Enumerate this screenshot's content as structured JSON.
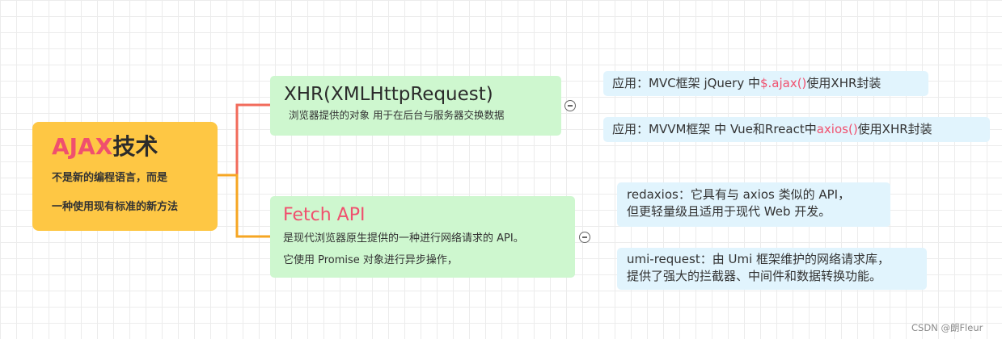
{
  "root": {
    "title_accent": "AJAX",
    "title_rest": "技术",
    "desc_line1": "不是新的编程语言，而是",
    "desc_line2": "一种使用现有标准的新方法"
  },
  "branches": {
    "xhr": {
      "title": "XHR(XMLHttpRequest)",
      "subtitle": "浏览器提供的对象 用于在后台与服务器交换数据",
      "children": [
        {
          "pre": "应用：MVC框架 jQuery 中",
          "hl": "$.ajax()",
          "post": "使用XHR封装"
        },
        {
          "pre": "应用：MVVM框架 中 Vue和Rreact中",
          "hl": "axios()",
          "post": "使用XHR封装"
        }
      ]
    },
    "fetch": {
      "title": "Fetch API",
      "desc_line1": "是现代浏览器原生提供的一种进行网络请求的 API。",
      "desc_line2": "它使用 Promise 对象进行异步操作，",
      "children": [
        {
          "line1": "redaxios：它具有与 axios 类似的 API，",
          "line2": "但更轻量级且适用于现代 Web 开发。"
        },
        {
          "line1": "umi-request：由 Umi 框架维护的网络请求库，",
          "line2": "提供了强大的拦截器、中间件和数据转换功能。"
        }
      ]
    }
  },
  "watermark": "CSDN @朗Fleur",
  "colors": {
    "root_bg": "#fec744",
    "accent_pink": "#f0506e",
    "branch_bg": "#cef7cf",
    "leaf_bg": "#e1f4fd",
    "connector_top": "#f26b5b",
    "connector_bottom": "#f6a623"
  }
}
